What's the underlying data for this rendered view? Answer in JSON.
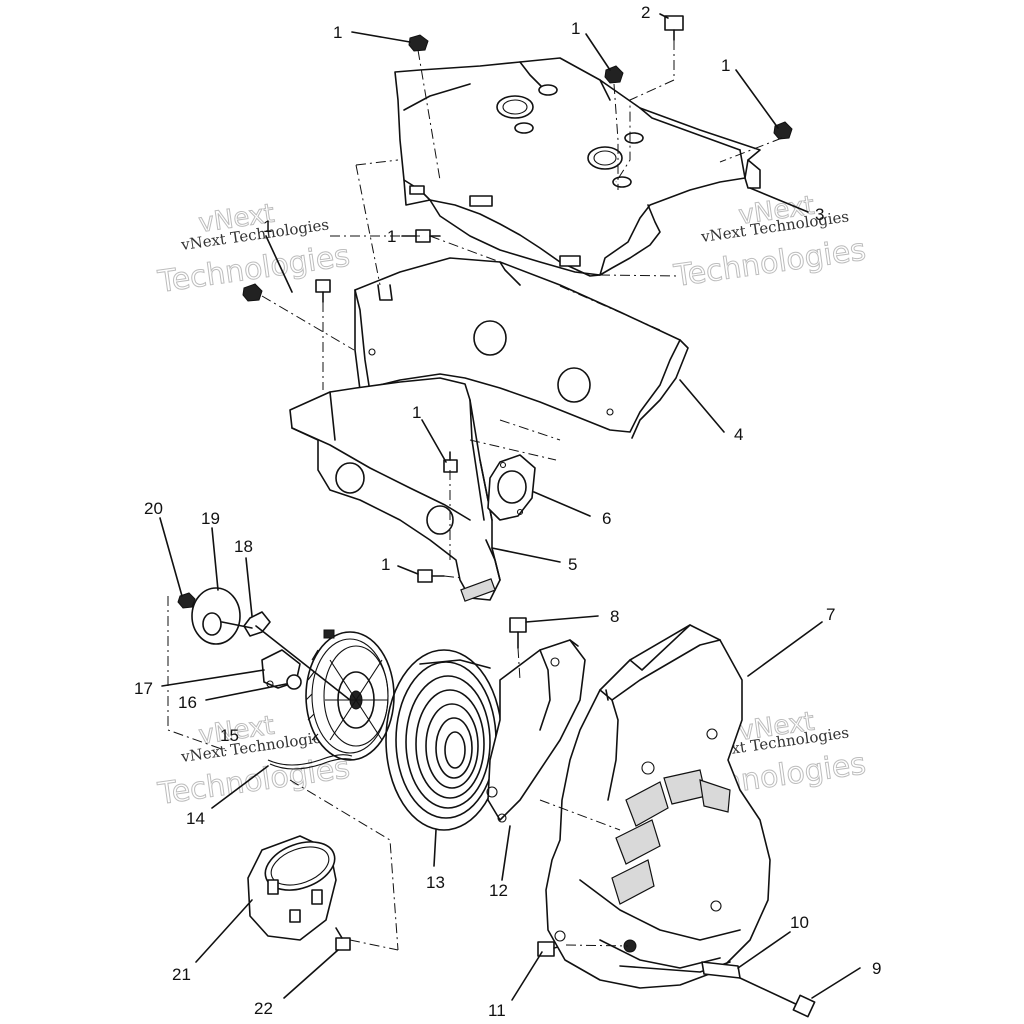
{
  "watermark": {
    "line1": "vNext",
    "line2": "vNext Technologies",
    "line3": "Technologies"
  },
  "callouts": [
    {
      "id": "c1a",
      "label": "1"
    },
    {
      "id": "c2",
      "label": "2"
    },
    {
      "id": "c1b",
      "label": "1"
    },
    {
      "id": "c1c",
      "label": "1"
    },
    {
      "id": "c3",
      "label": "3"
    },
    {
      "id": "c1d",
      "label": "1"
    },
    {
      "id": "c1e",
      "label": "1"
    },
    {
      "id": "c4",
      "label": "4"
    },
    {
      "id": "c1f",
      "label": "1"
    },
    {
      "id": "c6",
      "label": "6"
    },
    {
      "id": "c5",
      "label": "5"
    },
    {
      "id": "c1g",
      "label": "1"
    },
    {
      "id": "c20",
      "label": "20"
    },
    {
      "id": "c19",
      "label": "19"
    },
    {
      "id": "c18",
      "label": "18"
    },
    {
      "id": "c8",
      "label": "8"
    },
    {
      "id": "c7",
      "label": "7"
    },
    {
      "id": "c17",
      "label": "17"
    },
    {
      "id": "c16",
      "label": "16"
    },
    {
      "id": "c15",
      "label": "15"
    },
    {
      "id": "c14",
      "label": "14"
    },
    {
      "id": "c13",
      "label": "13"
    },
    {
      "id": "c12",
      "label": "12"
    },
    {
      "id": "c10",
      "label": "10"
    },
    {
      "id": "c9",
      "label": "9"
    },
    {
      "id": "c21",
      "label": "21"
    },
    {
      "id": "c11",
      "label": "11"
    },
    {
      "id": "c22",
      "label": "22"
    }
  ]
}
